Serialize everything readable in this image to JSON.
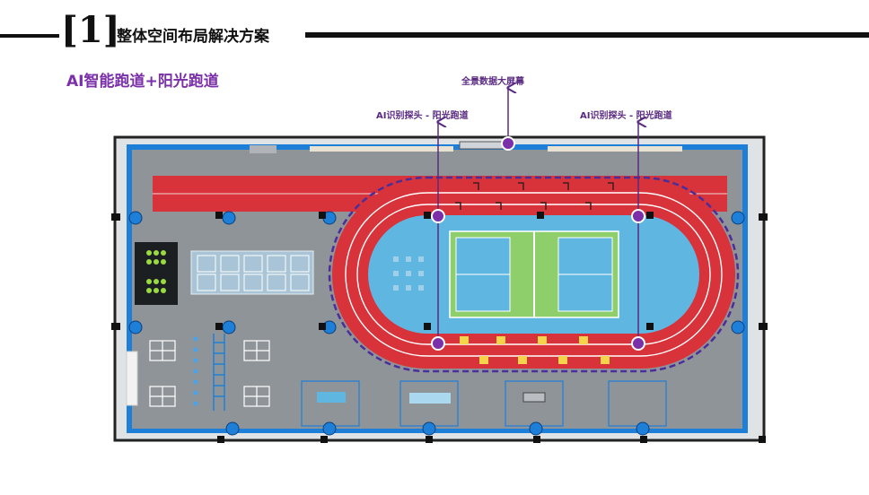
{
  "header": {
    "section_number": "[1]",
    "title": "整体空间布局解决方案"
  },
  "subtitle": "AI智能跑道+阳光跑道",
  "callouts": {
    "big_screen": "全景数据大屏幕",
    "ai_probe_left": "AI识别探头 - 阳光跑道",
    "ai_probe_right": "AI识别探头 - 阳光跑道"
  },
  "colors": {
    "accent_purple": "#7b2fa8",
    "track_red": "#d8333a",
    "field_blue": "#5fb6e0",
    "court_green": "#8fcf6b",
    "floor_gray": "#8f9499",
    "wall_blue": "#1e7fd8"
  }
}
